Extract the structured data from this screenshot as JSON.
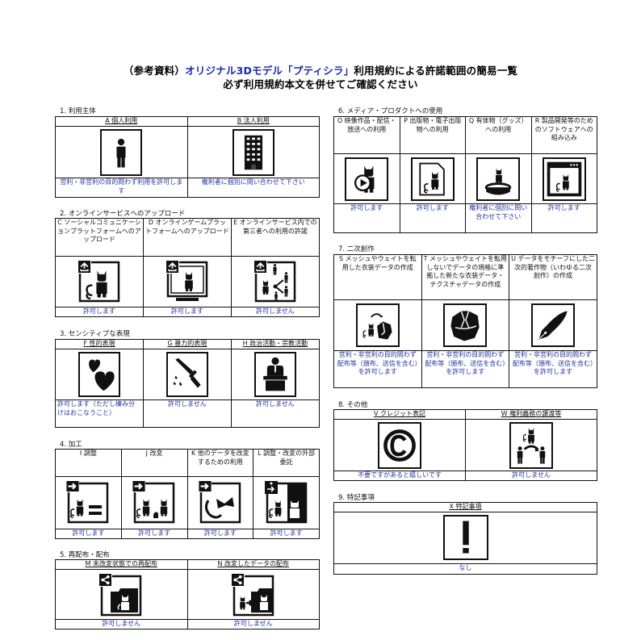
{
  "title": {
    "prefix": "（参考資料）",
    "highlight": "オリジナル3Dモデル「プティシラ」",
    "suffix": "利用規約による許諾範囲の簡易一覧",
    "line2": "必ず利用規約本文を併せてご確認ください"
  },
  "colors": {
    "accent_blue": "#1a2aa8",
    "result_text": "#2233a0",
    "border": "#111111"
  },
  "sections": [
    {
      "label": "1. 利用主体",
      "items": [
        {
          "header": "A 個人利用",
          "icon": "person-icon",
          "result": "営利・非営利の目的問わず利用を許可します"
        },
        {
          "header": "B 法人利用",
          "icon": "building-icon",
          "result": "権利者に個別に問い合わせて下さい"
        }
      ]
    },
    {
      "label": "2. オンラインサービスへのアップロード",
      "items": [
        {
          "header": "C ソーシャルコミュニケーションプラットフォームへのアップロード",
          "icon": "upload-cat-icon",
          "result": "許可します"
        },
        {
          "header": "D オンラインゲームプラットフォームへのアップロード",
          "icon": "upload-monitor-cat-icon",
          "result": "許可します"
        },
        {
          "header": "E オンラインサービス内での第三者への利用の許諾",
          "icon": "upload-share-users-icon",
          "result": "許可しません"
        }
      ]
    },
    {
      "label": "3. センシティブな表現",
      "items": [
        {
          "header": "F 性的表現",
          "icon": "hearts-icon",
          "result": "許可します（ただし棲み分けはおこなうこと）"
        },
        {
          "header": "G 暴力的表現",
          "icon": "knife-blood-icon",
          "result": "許可しません"
        },
        {
          "header": "H 政治活動・宗教活動",
          "icon": "podium-speaker-icon",
          "result": "許可しません"
        }
      ]
    },
    {
      "label": "4. 加工",
      "items": [
        {
          "header": "I 調整",
          "icon": "cat-equals-icon",
          "result": "許可します"
        },
        {
          "header": "J 改変",
          "icon": "cat-modify-icon",
          "result": "許可します"
        },
        {
          "header": "K 他のデータを改変するための利用",
          "icon": "cat-parts-icon",
          "result": "許可します"
        },
        {
          "header": "L 調整・改変の外部委託",
          "icon": "outsource-cat-icon",
          "result": "許可します"
        }
      ]
    },
    {
      "label": "5. 再配布・配布",
      "items": [
        {
          "header": "M 未改変状態での再配布",
          "icon": "share-folder-cat-icon",
          "result": "許可しません"
        },
        {
          "header": "N 改変したデータの配布",
          "icon": "share-folder-modified-cat-icon",
          "result": "許可しません"
        }
      ]
    },
    {
      "label": "6. メディア・プロダクトへの使用",
      "items": [
        {
          "header": "O 映像作品・配信・放送への利用",
          "icon": "video-play-cat-icon",
          "result": "許可します"
        },
        {
          "header": "P 出版物・電子出版物への利用",
          "icon": "document-cat-icon",
          "result": "許可します"
        },
        {
          "header": "Q 有体物（グッズ）への利用",
          "icon": "figure-cat-icon",
          "result": "権利者に個別に問い合わせて下さい"
        },
        {
          "header": "R 製品開発等のためのソフトウェアへの組み込み",
          "icon": "window-cat-icon",
          "result": "許可します"
        }
      ]
    },
    {
      "label": "7. 二次創作",
      "items": [
        {
          "header": "S メッシュやウェイトを転用した衣装データの作成",
          "icon": "cat-to-clothes-icon",
          "result": "営利・非営利の目的問わず配布等（頒布、送信を含む）を許可します"
        },
        {
          "header": "T メッシュやウェイトを転用しないでデータの規格に準拠した新たな衣装データ・テクスチャデータの作成",
          "icon": "clothes-icon",
          "result": "営利・非営利の目的問わず配布等（頒布、送信を含む）を許可します"
        },
        {
          "header": "U データをモチーフにした二次的著作物（いわゆる二次創作）の作成",
          "icon": "pen-nib-icon",
          "result": "営利・非営利の目的問わず配布等（頒布、送信を含む）を許可します"
        }
      ]
    },
    {
      "label": "8. その他",
      "items": [
        {
          "header": "V クレジット表記",
          "icon": "copyright-icon",
          "result": "不要ですがあると嬉しいです"
        },
        {
          "header": "W 権利義務の譲渡等",
          "icon": "transfer-rights-icon",
          "result": "許可しません"
        }
      ]
    },
    {
      "label": "9. 特記事項",
      "items": [
        {
          "header": "X 特記事項",
          "icon": "exclamation-icon",
          "result": "なし"
        }
      ]
    }
  ]
}
